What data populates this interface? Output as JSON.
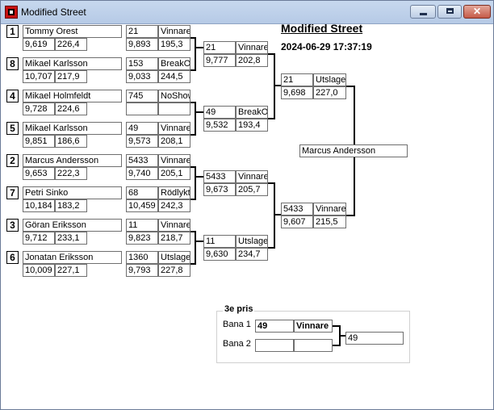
{
  "window": {
    "title": "Modified Street",
    "icon": "app-logo-icon"
  },
  "header": {
    "title": "Modified Street",
    "datetime": "2024-06-29 17:37:19"
  },
  "round1": [
    {
      "seed": "1",
      "name": "Tommy Orest",
      "time": "9,619",
      "speed": "226,4",
      "opp_id": "21",
      "result": "Vinnare",
      "opp_time": "9,893",
      "opp_speed": "195,3"
    },
    {
      "seed": "8",
      "name": "Mikael Karlsson",
      "time": "10,707",
      "speed": "217,9",
      "opp_id": "153",
      "result": "BreakOut",
      "opp_time": "9,033",
      "opp_speed": "244,5"
    },
    {
      "seed": "4",
      "name": "Mikael Holmfeldt",
      "time": "9,728",
      "speed": "224,6",
      "opp_id": "745",
      "result": "NoShow",
      "opp_time": "",
      "opp_speed": ""
    },
    {
      "seed": "5",
      "name": "Mikael Karlsson",
      "time": "9,851",
      "speed": "186,6",
      "opp_id": "49",
      "result": "Vinnare",
      "opp_time": "9,573",
      "opp_speed": "208,1"
    },
    {
      "seed": "2",
      "name": "Marcus Andersson",
      "time": "9,653",
      "speed": "222,3",
      "opp_id": "5433",
      "result": "Vinnare",
      "opp_time": "9,740",
      "opp_speed": "205,1"
    },
    {
      "seed": "7",
      "name": "Petri Sinko",
      "time": "10,184",
      "speed": "183,2",
      "opp_id": "68",
      "result": "Rödlyktan",
      "opp_time": "10,459",
      "opp_speed": "242,3"
    },
    {
      "seed": "3",
      "name": "Göran Eriksson",
      "time": "9,712",
      "speed": "233,1",
      "opp_id": "11",
      "result": "Vinnare",
      "opp_time": "9,823",
      "opp_speed": "218,7"
    },
    {
      "seed": "6",
      "name": "Jonatan Eriksson",
      "time": "10,009",
      "speed": "227,1",
      "opp_id": "1360",
      "result": "Utslagen",
      "opp_time": "9,793",
      "opp_speed": "227,8"
    }
  ],
  "round2": [
    {
      "id": "21",
      "result": "Vinnare",
      "time": "9,777",
      "speed": "202,8"
    },
    {
      "id": "49",
      "result": "BreakOut",
      "time": "9,532",
      "speed": "193,4"
    },
    {
      "id": "5433",
      "result": "Vinnare",
      "time": "9,673",
      "speed": "205,7"
    },
    {
      "id": "11",
      "result": "Utslagen",
      "time": "9,630",
      "speed": "234,7"
    }
  ],
  "semis": [
    {
      "id": "21",
      "result": "Utslagen",
      "time": "9,698",
      "speed": "227,0"
    },
    {
      "id": "5433",
      "result": "Vinnare",
      "time": "9,607",
      "speed": "215,5"
    }
  ],
  "final": {
    "winner": "Marcus Andersson"
  },
  "third_place": {
    "title": "3e pris",
    "lane1_label": "Bana 1",
    "lane2_label": "Bana 2",
    "lane1_id": "49",
    "lane1_result": "Vinnare",
    "lane2_id": "",
    "lane2_result": "",
    "winner": "49"
  }
}
